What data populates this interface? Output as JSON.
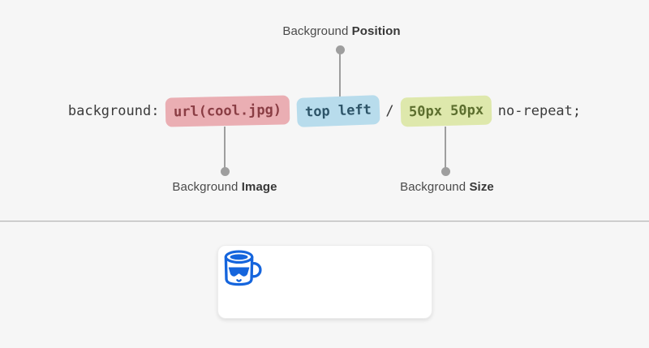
{
  "diagram": {
    "annotations": {
      "position": {
        "prefix": "Background ",
        "bold": "Position"
      },
      "image": {
        "prefix": "Background ",
        "bold": "Image"
      },
      "size": {
        "prefix": "Background ",
        "bold": "Size"
      }
    },
    "code": {
      "property": "background:",
      "tokens": {
        "image": {
          "text": "url(cool.jpg)",
          "highlight": "red",
          "meaning": "background-image"
        },
        "position": {
          "text": "top left",
          "highlight": "blue",
          "meaning": "background-position"
        },
        "slash": {
          "text": "/",
          "highlight": "none"
        },
        "size": {
          "text": "50px 50px",
          "highlight": "green",
          "meaning": "background-size"
        },
        "repeat": {
          "text": "no-repeat;",
          "highlight": "none"
        }
      }
    },
    "colors": {
      "page_background": "#f6f6f6",
      "red_pill_bg": "#eaaeb3",
      "red_pill_text": "#8a3d44",
      "blue_pill_bg": "#b8dcec",
      "blue_pill_text": "#2d5468",
      "green_pill_bg": "#dee8ac",
      "green_pill_text": "#5c6e2e",
      "code_text": "#3b3b3b",
      "label_text": "#4a4a4a",
      "connector_gray": "#9e9e9e",
      "divider_gray": "#b5b5b5",
      "card_bg": "#ffffff",
      "mug_blue": "#1565dd"
    },
    "demo": {
      "icon": "mug-with-sunglasses-icon",
      "icon_position": "top left",
      "icon_size": "50px 50px"
    }
  }
}
